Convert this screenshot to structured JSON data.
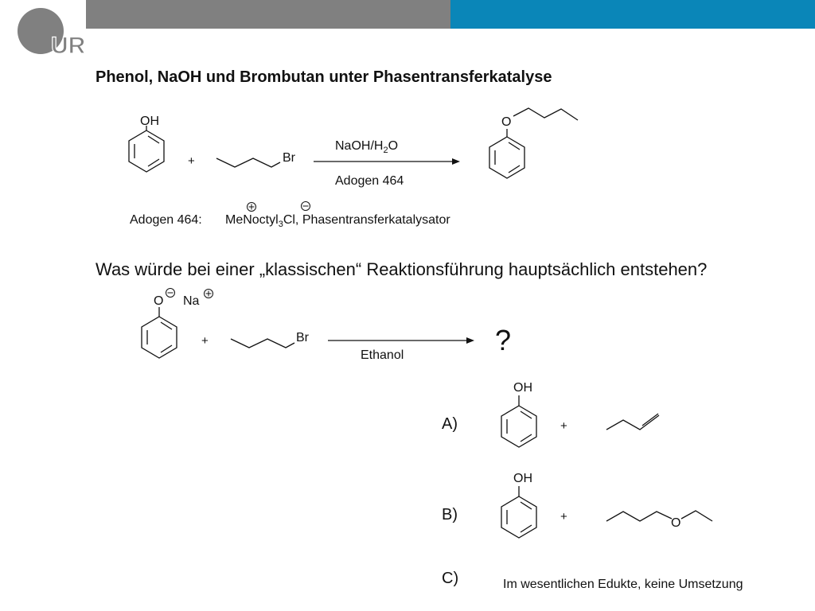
{
  "logo": {
    "text": "UR",
    "color": "#808080"
  },
  "header_colors": {
    "gray": "#808080",
    "blue": "#0a86b8"
  },
  "title": "Phenol, NaOH und Brombutan unter Phasentransferkatalyse",
  "reaction1": {
    "reactant1_group": "OH",
    "plus": "+",
    "reactant2_group": "Br",
    "conditions_top_main": "NaOH/H",
    "conditions_top_sub": "2",
    "conditions_top_end": "O",
    "conditions_bottom": "Adogen 464",
    "product_atom": "O"
  },
  "adogen_note": {
    "label": "Adogen 464:",
    "formula_a": "MeNoctyl",
    "formula_sub": "3",
    "formula_b": "Cl, Phasentransferkatalysator"
  },
  "question": "Was würde bei einer „klassischen“ Reaktionsführung hauptsächlich entstehen?",
  "reaction2": {
    "reactant1_atom": "O",
    "counter_ion": "Na",
    "plus": "+",
    "reactant2_group": "Br",
    "conditions_bottom": "Ethanol",
    "product": "?"
  },
  "options": [
    {
      "label": "A)",
      "group": "OH",
      "plus": "+"
    },
    {
      "label": "B)",
      "group": "OH",
      "plus": "+",
      "atom": "O"
    },
    {
      "label": "C)",
      "text": "Im wesentlichen Edukte, keine Umsetzung"
    }
  ]
}
